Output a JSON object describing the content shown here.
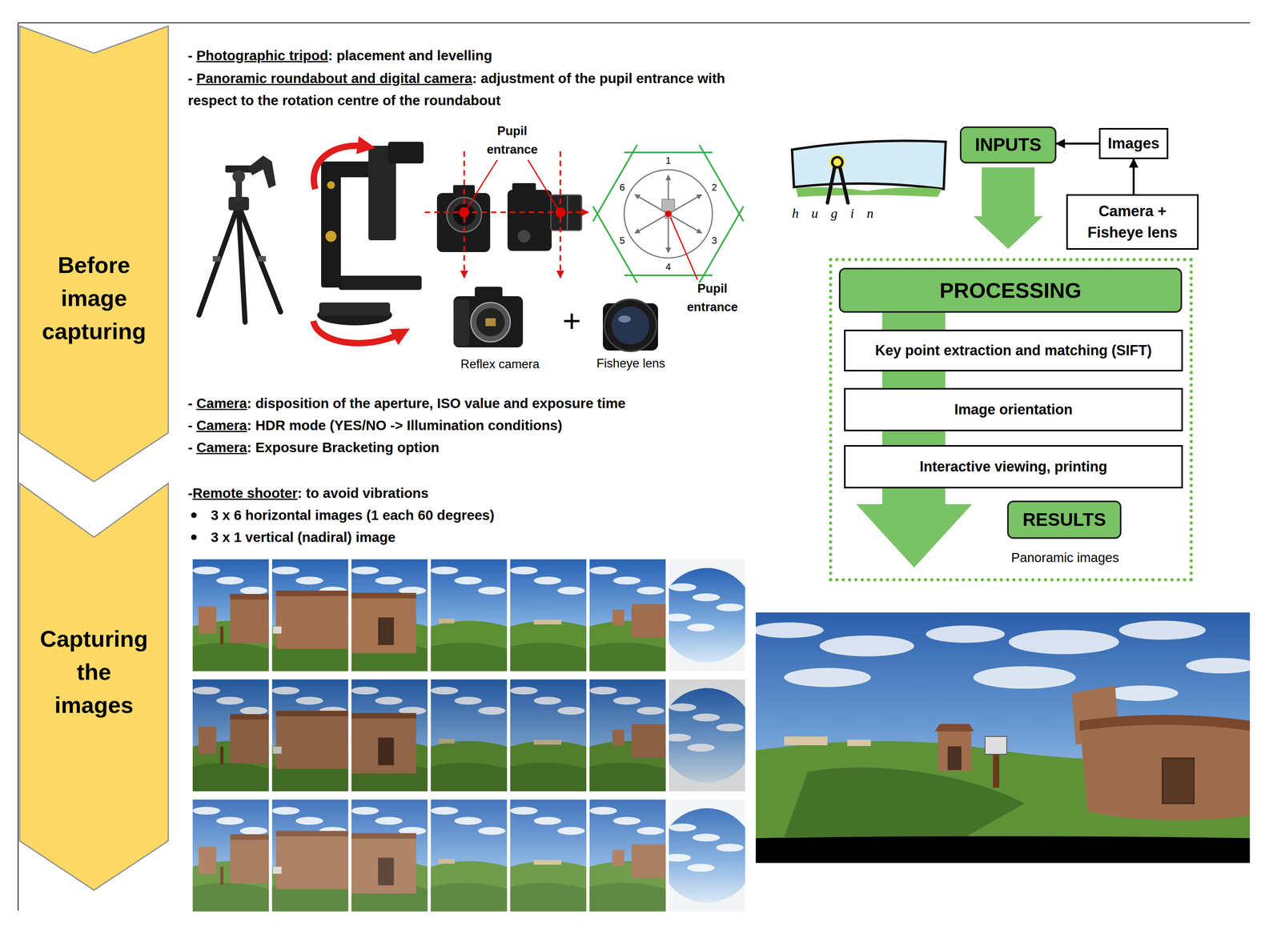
{
  "diagram": {
    "nodes": [
      {
        "text": [
          "Before image capturing"
        ]
      },
      {
        "text": [
          "Capturing the images"
        ]
      },
      {
        "text": [
          "INPUTS"
        ]
      },
      {
        "text": [
          "Images"
        ]
      },
      {
        "text": [
          "Camera + Fisheye lens"
        ]
      },
      {
        "text": [
          "Panoramic images"
        ]
      },
      {
        "text": [
          "PROCESSING"
        ],
        "in": 5
      },
      {
        "text": [
          "Key point extraction and matching (SIFT)"
        ],
        "in": 5
      },
      {
        "text": [
          "Image orientation"
        ],
        "in": 5
      },
      {
        "text": [
          "Interactive viewing, printing"
        ],
        "in": 5
      },
      {
        "text": [
          "RESULTS"
        ],
        "in": 5
      }
    ],
    "edges": [
      {
        "from": 3,
        "to": 2,
        "arrow": "to"
      },
      {
        "from": 4,
        "to": 3,
        "arrow": "to"
      },
      {
        "from": 2,
        "to": 6,
        "arrow": "to"
      }
    ],
    "labels": [
      "- Photographic tripod: placement and levelling",
      "- Panoramic roundabout and digital camera: adjustment of the pupil entrance with respect to the rotation centre of the roundabout",
      "Pupil entrance",
      "1",
      "2",
      "3",
      "4",
      "5",
      "6",
      "Pupil entrance",
      "Reflex camera",
      "+",
      "Fisheye lens",
      "- Camera: disposition of the aperture, ISO value and exposure time",
      "- Camera: HDR mode (YES/NO -> Illumination conditions)",
      "- Camera: Exposure Bracketing option",
      "-Remote shooter: to avoid vibrations",
      "3 x 6 horizontal images (1 each 60 degrees)",
      "3 x 1 vertical (nadiral) image",
      "hugin"
    ]
  }
}
